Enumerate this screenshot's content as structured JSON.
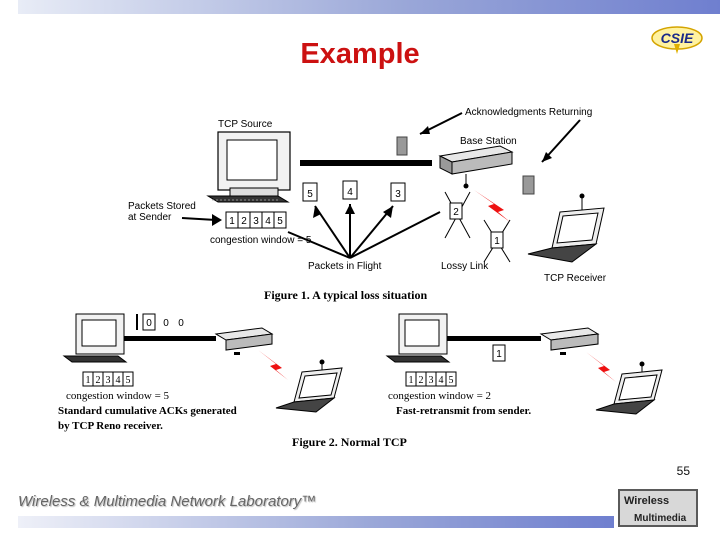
{
  "slide": {
    "title": "Example",
    "page_number": "55",
    "footer": "Wireless & Multimedia Network Laboratory™",
    "logo_text": "CSIE",
    "footer_logo_line1": "Wireless",
    "footer_logo_line2": "Multimedia"
  },
  "figure1": {
    "caption": "Figure 1. A typical loss situation",
    "tcp_source": "TCP Source",
    "ack_returning": "Acknowledgments Returning",
    "base_station": "Base Station",
    "packets_stored_line1": "Packets Stored",
    "packets_stored_line2": "at Sender",
    "window_cells": [
      "1",
      "2",
      "3",
      "4",
      "5"
    ],
    "congestion_window": "congestion window = 5",
    "packets_in_flight": "Packets in Flight",
    "flight_packets": [
      "5",
      "4",
      "3"
    ],
    "lost_packets": [
      "2",
      "1"
    ],
    "lossy_link": "Lossy Link",
    "tcp_receiver": "TCP Receiver"
  },
  "figure2": {
    "caption": "Figure 2. Normal TCP",
    "left_acks": [
      "0",
      "0",
      "0"
    ],
    "left_window_cells": [
      "1",
      "2",
      "3",
      "4",
      "5"
    ],
    "left_congestion_window": "congestion window = 5",
    "left_note_line1": "Standard cumulative ACKs generated",
    "left_note_line2": "by TCP Reno receiver.",
    "right_packet": "1",
    "right_window_cells": [
      "1",
      "2",
      "3",
      "4",
      "5"
    ],
    "right_congestion_window": "congestion window = 2",
    "right_note": "Fast-retransmit from sender."
  }
}
